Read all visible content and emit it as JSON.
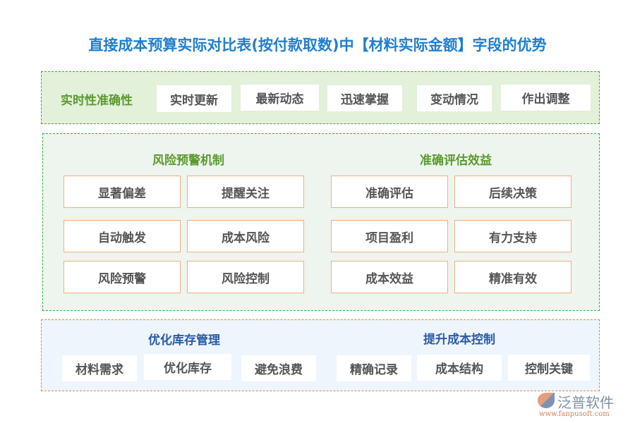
{
  "title": "直接成本预算实际对比表(按付款取数)中【材料实际金额】字段的优势",
  "top": {
    "heading": "实时性准确性",
    "items": [
      "实时更新",
      "最新动态",
      "迅速掌握",
      "变动情况",
      "作出调整"
    ]
  },
  "middle": {
    "left": {
      "heading": "风险预警机制",
      "items": [
        "显著偏差",
        "提醒关注",
        "自动触发",
        "成本风险",
        "风险预警",
        "风险控制"
      ]
    },
    "right": {
      "heading": "准确评估效益",
      "items": [
        "准确评估",
        "后续决策",
        "项目盈利",
        "有力支持",
        "成本效益",
        "精准有效"
      ]
    }
  },
  "bottom": {
    "left": {
      "heading": "优化库存管理",
      "items": [
        "材料需求",
        "优化库存",
        "避免浪费"
      ]
    },
    "right": {
      "heading": "提升成本控制",
      "items": [
        "精确记录",
        "成本结构",
        "控制关键"
      ]
    }
  },
  "logo": {
    "name": "泛普软件",
    "url": "www.fanpusoft.com"
  },
  "colors": {
    "title": "#1f7fd0",
    "green": "#5a9a2e",
    "blue": "#2a5ba8",
    "orange": "#e08a3c"
  }
}
